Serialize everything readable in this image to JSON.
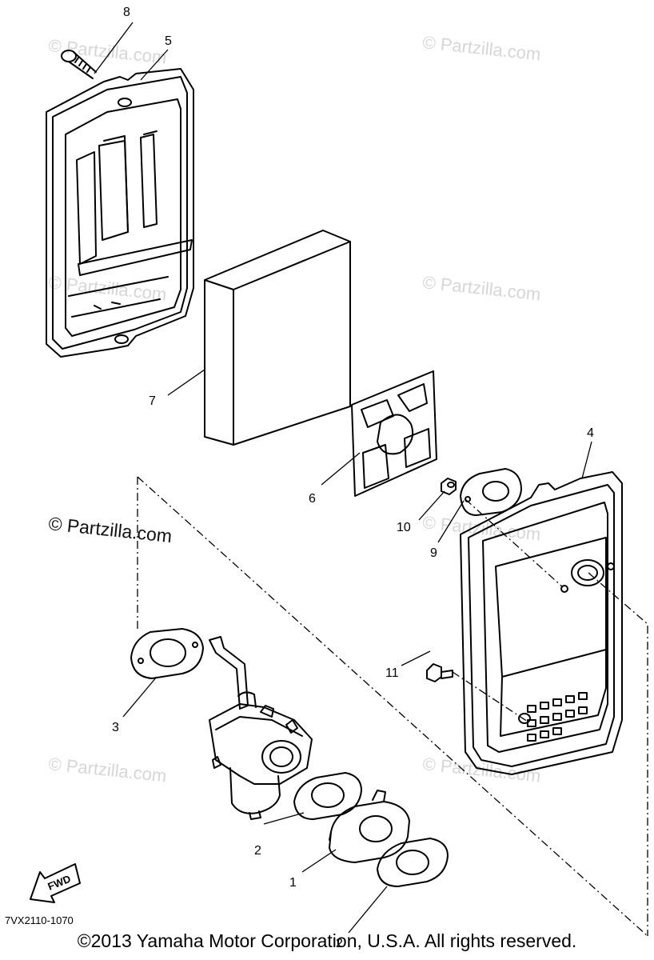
{
  "callouts": {
    "c1": "1",
    "c2a": "2",
    "c2b": "2",
    "c3": "3",
    "c4": "4",
    "c5": "5",
    "c6": "6",
    "c7": "7",
    "c8": "8",
    "c9": "9",
    "c10": "10",
    "c11": "11"
  },
  "fwd_label": "FWD",
  "watermark": "© Partzilla.com",
  "diagram_code": "7VX2110-1070",
  "copyright": "©2013 Yamaha Motor Corporation, U.S.A. All rights reserved."
}
